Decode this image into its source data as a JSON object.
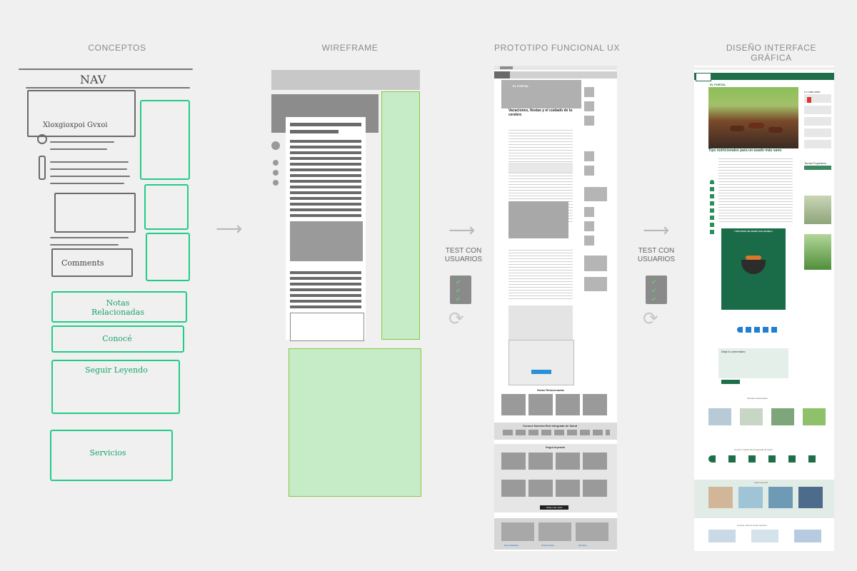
{
  "columns": {
    "concepts": "CONCEPTOS",
    "wireframe": "WIREFRAME",
    "prototype": "PROTOTIPO FUNCIONAL UX",
    "design": "DISEÑO INTERFACE GRÁFICA"
  },
  "sketch": {
    "nav": "NAV",
    "hero": "Xloxgioxpoi Gvxoi",
    "comments": "Comments",
    "related": "Notas Relacionadas",
    "know": "Conocé",
    "keep_reading": "Seguir Leyendo",
    "services": "Servicios"
  },
  "test_label_1": "TEST CON",
  "test_label_2": "USUARIOS",
  "prototype": {
    "brand": "EL PORTAL",
    "headline": "Vacaciones, fiestas y el cuidado de tu cerebro",
    "related_title": "Notas Relacionadas",
    "network_title": "Conocé Nuestra Red Integrada de Salud",
    "keep_reading_title": "Seguí leyendo",
    "more_button": "Notas más notas",
    "footer_links": [
      "Especialidades",
      "Profesionales",
      "Estudios"
    ]
  },
  "design": {
    "brand": "EL PORTAL",
    "headline": "Tips nutricionales para un asado más sano",
    "promo_title": "• TIPS PARA UN ASADO SALUDABLE •",
    "most_read": "Lo más visto",
    "popular_topics": "Temas Populares",
    "comment_title": "Dejá tu comentario",
    "related": "Noticias relacionadas",
    "network": "Conocé nuestra Red Integrada de Salud",
    "keep_reading": "Seguí leyendo",
    "group": "Conocé más de Grupo Gamma"
  },
  "colors": {
    "sketch_green": "#22cc88",
    "wire_green": "#c5ecc6",
    "brand_green": "#1f6e4a"
  }
}
